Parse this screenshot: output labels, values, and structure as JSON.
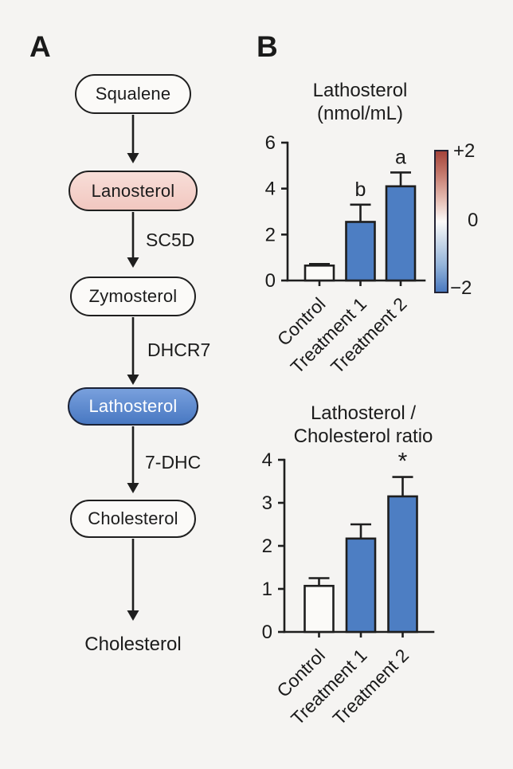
{
  "colors": {
    "background": "#f5f4f2",
    "ink": "#1e1e1e",
    "bar_blue": "#4d7ec3",
    "white_fill": "#fbfaf8",
    "pink_top": "#f8ded8",
    "pink_bottom": "#f1c7c0",
    "blue_top": "#79a0dd",
    "blue_bottom": "#4878c2"
  },
  "panel_a": {
    "label": "A",
    "nodes": [
      {
        "id": "squalene",
        "label": "Squalene",
        "fill": "white"
      },
      {
        "id": "lanosterol",
        "label": "Lanosterol",
        "fill": "pink"
      },
      {
        "id": "zymosterol",
        "label": "Zymosterol",
        "fill": "white"
      },
      {
        "id": "lathosterol",
        "label": "Lathosterol",
        "fill": "blue"
      },
      {
        "id": "cholesterol",
        "label": "Cholesterol",
        "fill": "white"
      }
    ],
    "enzymes": [
      {
        "label": "SC5D"
      },
      {
        "label": "DHCR7"
      },
      {
        "label": "7-DHC"
      }
    ],
    "end_label": "Cholesterol"
  },
  "panel_b": {
    "label": "B",
    "colorbar": {
      "top_label": "+2",
      "mid_label": "0",
      "bottom_label": "−2",
      "top_color": "#a5443b",
      "mid_color": "#fbfaf9",
      "bottom_color": "#4a79c0"
    }
  },
  "chart_data": [
    {
      "type": "bar",
      "title": "Lathosterol (nmol/mL)",
      "title_lines": [
        "Lathosterol",
        "(nmol/mL)"
      ],
      "categories": [
        "Control",
        "Treatment 1",
        "Treatment 2"
      ],
      "values": [
        0.65,
        2.55,
        4.1
      ],
      "errors": [
        0.07,
        0.75,
        0.6
      ],
      "annotations": [
        "",
        "b",
        "a"
      ],
      "bar_colors": [
        "#fbfaf8",
        "#4d7ec3",
        "#4d7ec3"
      ],
      "xlabel": "",
      "ylabel": "",
      "ylim": [
        0,
        6
      ],
      "yticks": [
        0,
        2,
        4,
        6
      ],
      "grid": false,
      "legend": "none"
    },
    {
      "type": "bar",
      "title": "Lathosterol / Cholesterol ratio",
      "title_lines": [
        "Lathosterol /",
        "Cholesterol ratio"
      ],
      "categories": [
        "Control",
        "Treatment 1",
        "Treatment 2"
      ],
      "values": [
        1.07,
        2.17,
        3.15
      ],
      "errors": [
        0.18,
        0.33,
        0.45
      ],
      "annotations": [
        "",
        "",
        "*"
      ],
      "bar_colors": [
        "#fbfaf8",
        "#4d7ec3",
        "#4d7ec3"
      ],
      "xlabel": "",
      "ylabel": "",
      "ylim": [
        0,
        4
      ],
      "yticks": [
        0,
        1,
        2,
        3,
        4
      ],
      "grid": false,
      "legend": "none"
    }
  ]
}
